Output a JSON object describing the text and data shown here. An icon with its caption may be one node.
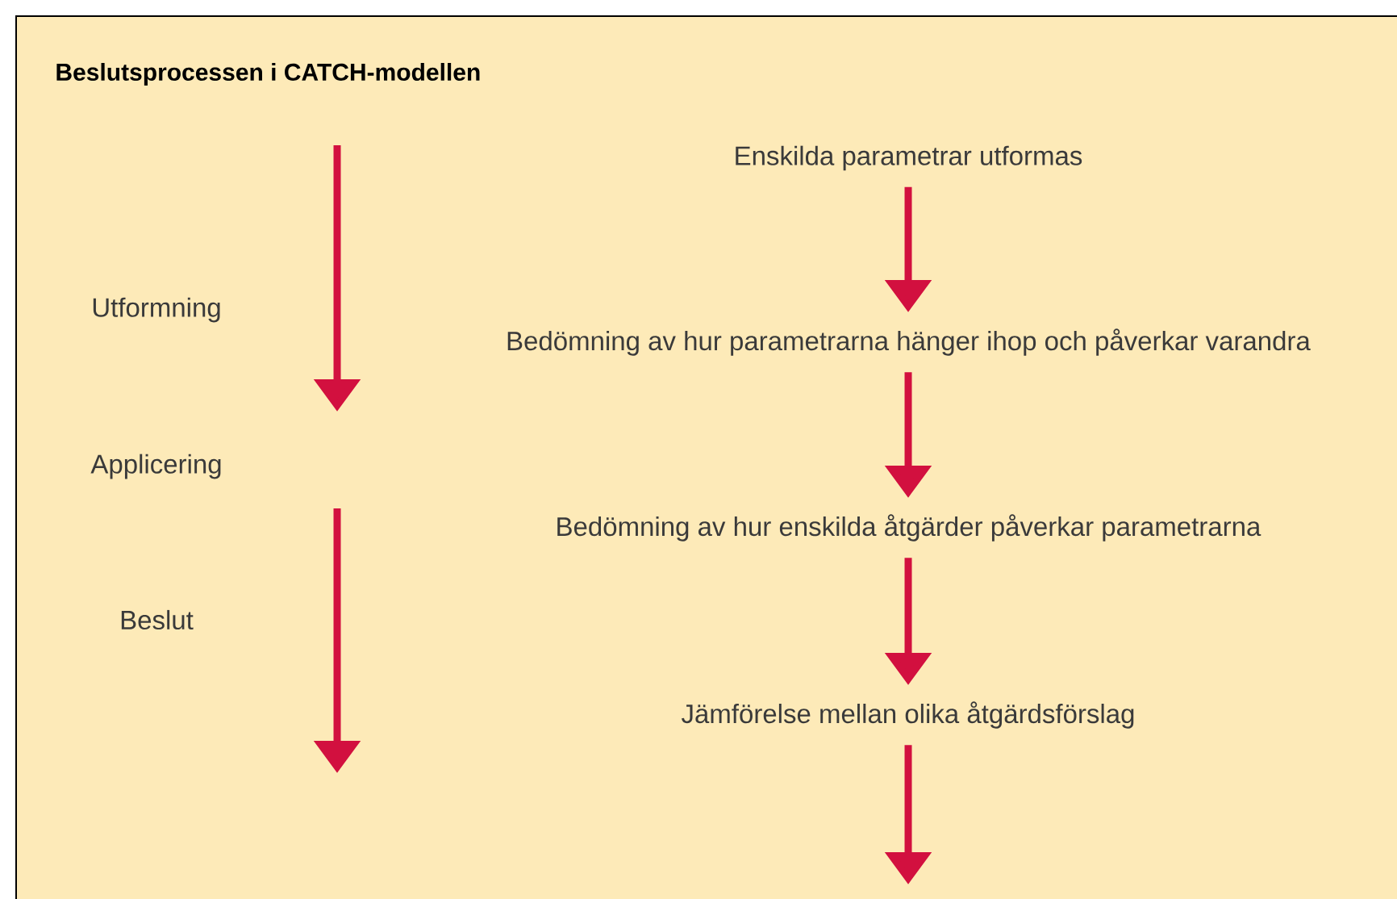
{
  "diagram": {
    "title": "Beslutsprocessen i CATCH-modellen",
    "nodes": [
      {
        "text": [
          "Enskilda parametrar utformas"
        ]
      },
      {
        "text": [
          "Bedömning av hur parametrarna hänger ihop och påverkar varandra"
        ]
      },
      {
        "text": [
          "Bedömning av hur enskilda åtgärder påverkar parametrarna"
        ]
      },
      {
        "text": [
          "Jämförelse mellan olika åtgärdsförslag"
        ]
      }
    ],
    "edges": [
      {
        "from": 0,
        "to": 1,
        "arrow": "to"
      },
      {
        "from": 1,
        "to": 2,
        "arrow": "to"
      },
      {
        "from": 2,
        "to": 3,
        "arrow": "to"
      },
      {
        "from": 3,
        "to": null,
        "arrow": "to"
      }
    ],
    "labels": [
      "Utformning",
      "Applicering",
      "Beslut"
    ]
  }
}
